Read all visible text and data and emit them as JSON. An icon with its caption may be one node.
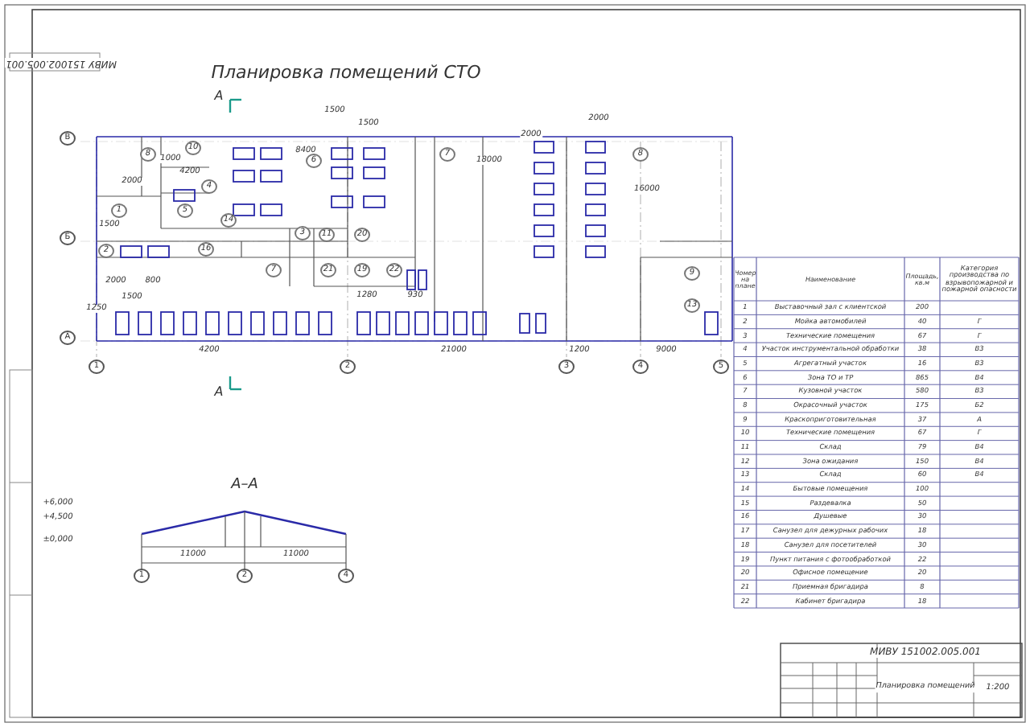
{
  "diagram": {
    "title": "Планировка помещений СТО",
    "labels": [
      "МИВУ 151002.005.001",
      "А",
      "В",
      "Б",
      "А",
      "1500",
      "1500",
      "2000",
      "1000",
      "8400",
      "4200",
      "2000",
      "2000",
      "18000",
      "16000",
      "1500",
      "2000",
      "800",
      "1250",
      "1500",
      "1280",
      "930",
      "4200",
      "21000",
      "1200",
      "9000",
      "1",
      "2",
      "3",
      "4",
      "5",
      "8",
      "10",
      "4",
      "1",
      "5",
      "14",
      "2",
      "16",
      "7",
      "3",
      "6",
      "11",
      "20",
      "21",
      "19",
      "22",
      "7",
      "8",
      "9",
      "13",
      "А",
      "А–А",
      "+6,000",
      "+4,500",
      "±0,000",
      "11000",
      "11000",
      "1",
      "2",
      "4",
      "МИВУ 151002.005.001",
      "Планировка помещений",
      "1:200",
      "Номер на плане",
      "Наименование",
      "Площадь, кв.м",
      "Категория производства по взрывопожарной и пожарной опасности",
      "1",
      "Выставочный зал с клиентской",
      "200",
      "2",
      "Мойка автомобилей",
      "40",
      "Г",
      "3",
      "Технические помещения",
      "67",
      "Г",
      "4",
      "Участок инструментальной обработки",
      "38",
      "В3",
      "5",
      "Агрегатный участок",
      "16",
      "В3",
      "6",
      "Зона ТО и ТР",
      "865",
      "В4",
      "7",
      "Кузовной участок",
      "580",
      "В3",
      "8",
      "Окрасочный участок",
      "175",
      "Б2",
      "9",
      "Краскоприготовительная",
      "37",
      "А",
      "10",
      "Технические помещения",
      "67",
      "Г",
      "11",
      "Склад",
      "79",
      "В4",
      "12",
      "Зона ожидания",
      "150",
      "В4",
      "13",
      "Склад",
      "60",
      "В4",
      "14",
      "Бытовые помещения",
      "100",
      "15",
      "Раздевалка",
      "50",
      "16",
      "Душевые",
      "30",
      "17",
      "Санузел для дежурных рабочих",
      "18",
      "18",
      "Санузел для посетителей",
      "30",
      "19",
      "Пункт питания с фотообработкой",
      "22",
      "20",
      "Офисное помещение",
      "20",
      "21",
      "Приемная бригадира",
      "8",
      "22",
      "Кабинет бригадира",
      "18"
    ]
  }
}
